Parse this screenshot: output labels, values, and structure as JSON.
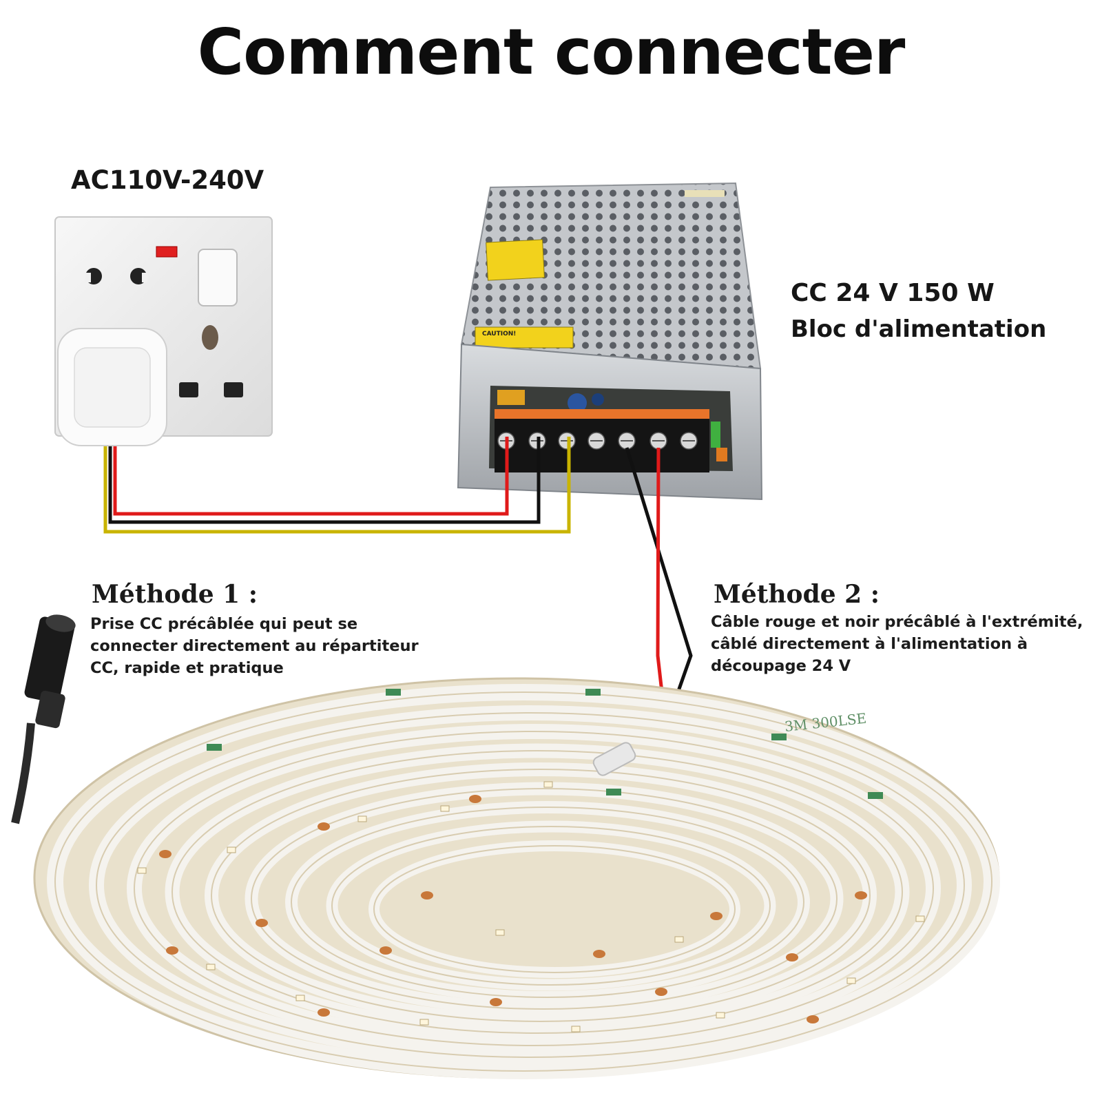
{
  "title": "Comment connecter",
  "ac_input": {
    "label": "AC110V-240V"
  },
  "power_supply": {
    "spec": "CC 24 V 150 W",
    "name": "Bloc d'alimentation",
    "caution_label": "CAUTION!"
  },
  "method1": {
    "title": "Méthode 1 :",
    "description": "Prise CC précâblée qui peut se connecter directement au répartiteur CC, rapide et pratique"
  },
  "method2": {
    "title": "Méthode 2 :",
    "description": "Câble rouge et noir précâblé à l'extrémité, câblé directement à l'alimentation à découpage 24 V"
  },
  "led_strip": {
    "backing_text": "3M 300LSE"
  },
  "colors": {
    "wire_red": "#e01a1a",
    "wire_black": "#111111",
    "wire_yellow": "#c9b400",
    "socket_white": "#f2f2f2",
    "psu_metal": "#b9bcc0",
    "strip_white": "#f4f2ec",
    "backing_tan": "#ddd3bc",
    "led_copper": "#c8783a"
  },
  "icons": [
    "wall-socket-icon",
    "power-supply-icon",
    "led-strip-reel-icon",
    "dc-jack-icon"
  ]
}
